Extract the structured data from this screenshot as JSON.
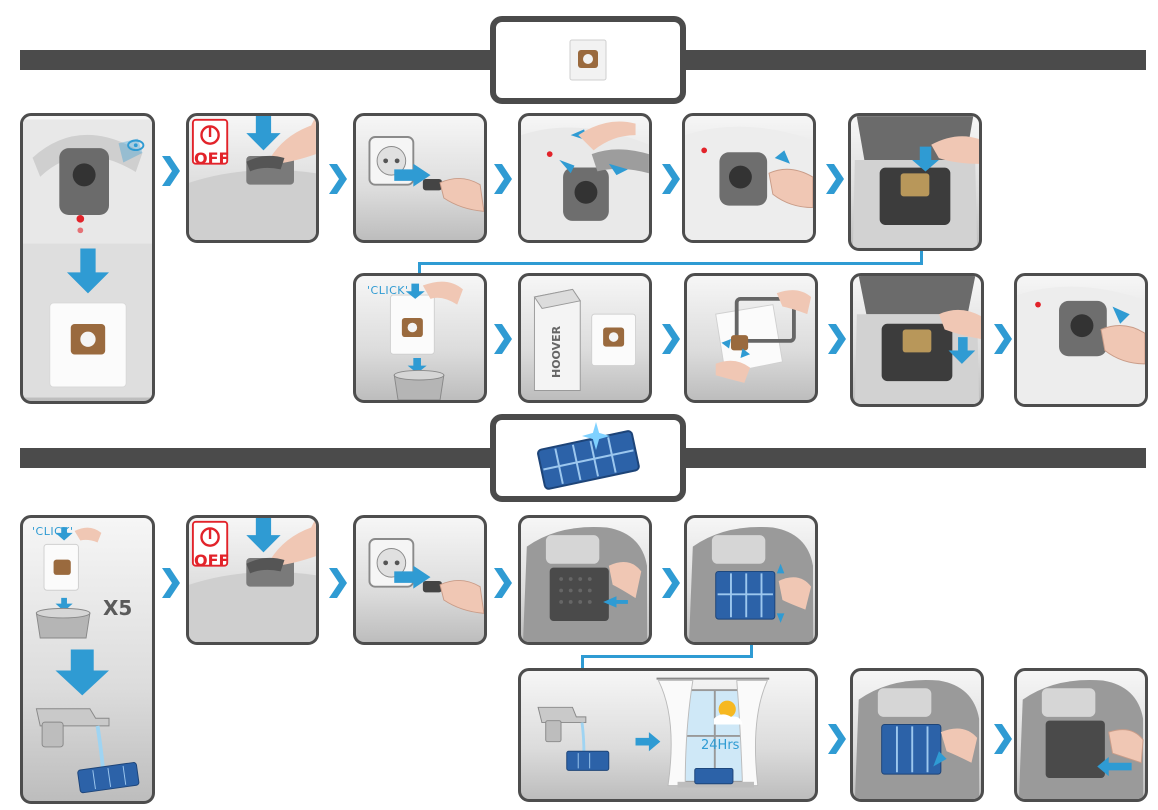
{
  "colors": {
    "frame": "#4b4b4b",
    "accent_blue": "#2f9bd3",
    "off_red": "#e2232a"
  },
  "labels": {
    "off": "OFF",
    "click": "'CLICK'",
    "hoover": "HOOVER",
    "x5": "X5",
    "hours": "24Hrs"
  },
  "icons": {
    "bag_section": "dust-bag-icon",
    "filter_section": "hepa-filter-icon",
    "step_arrow": "chevron-right-icon"
  }
}
